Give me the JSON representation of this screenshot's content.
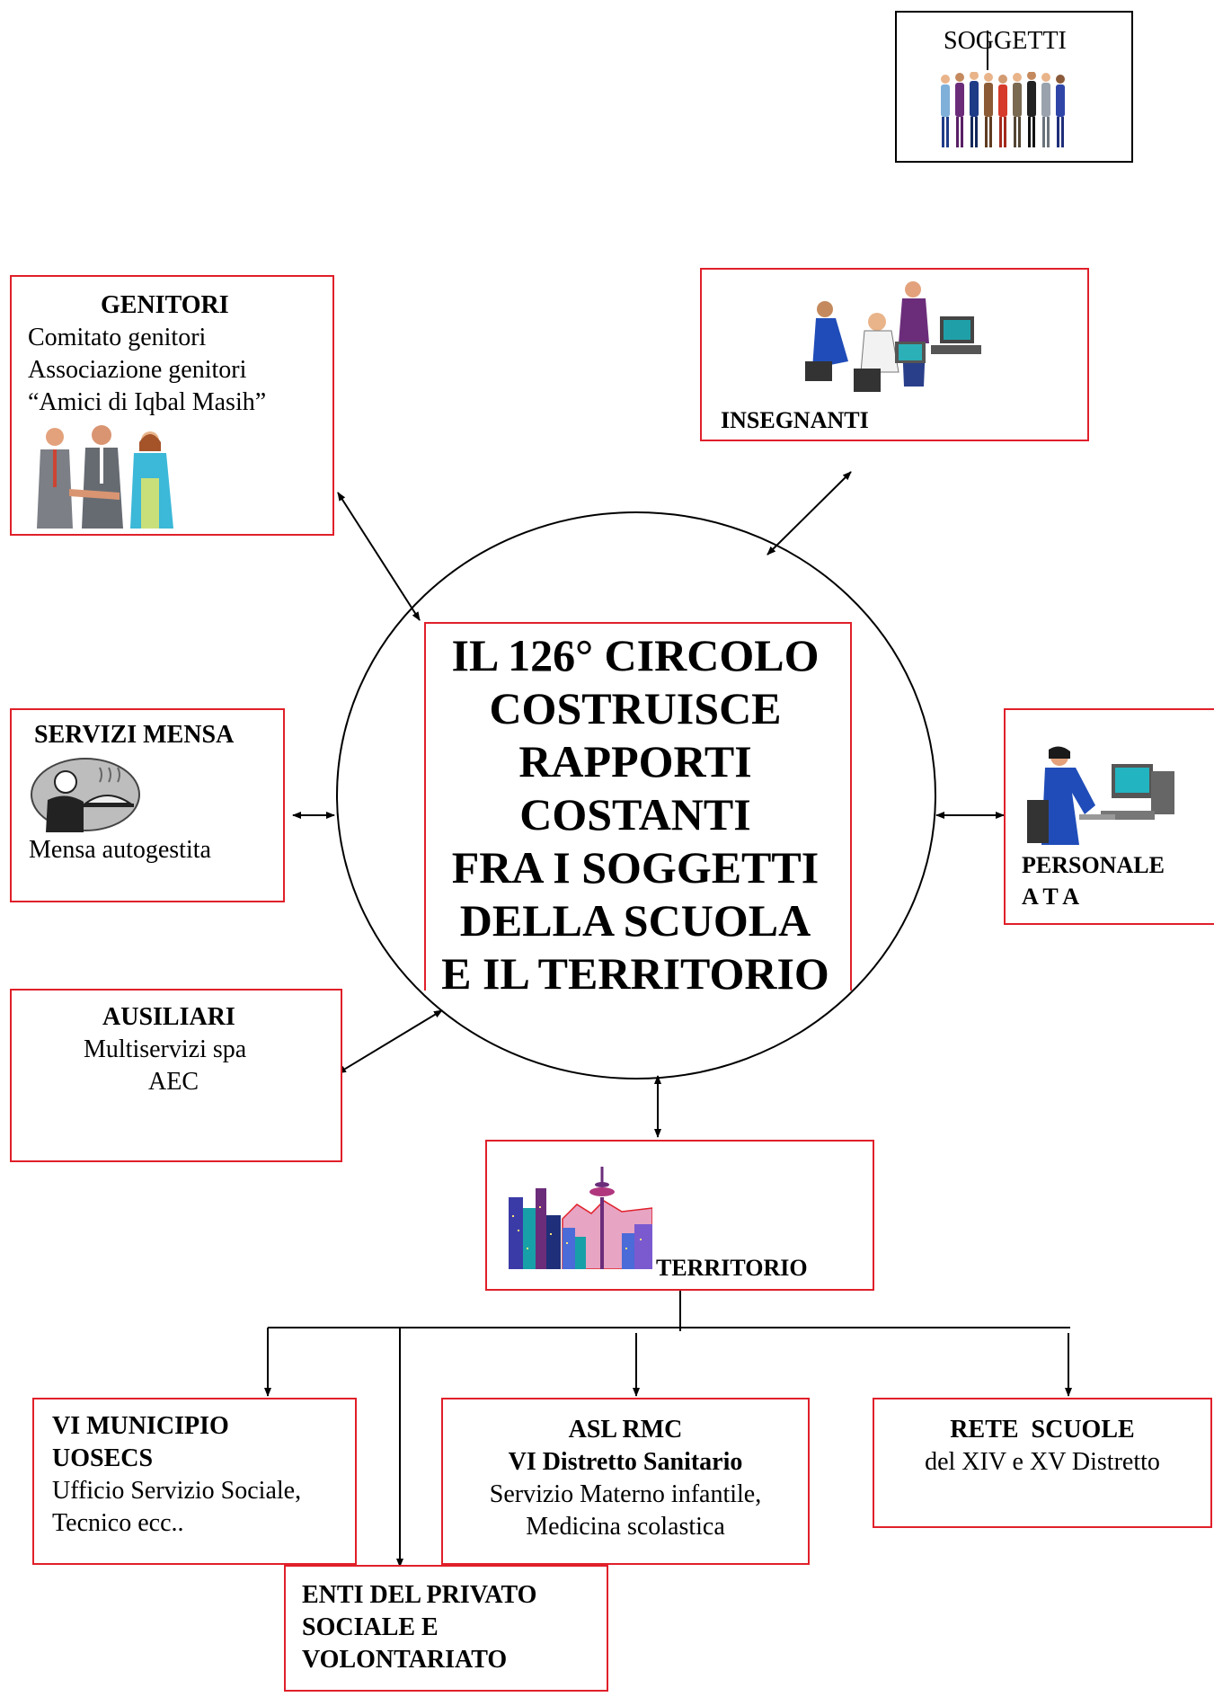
{
  "legend": {
    "label": "SOGGETTI",
    "icon": "people-group-icon"
  },
  "center": {
    "lines": [
      "IL 126° CIRCOLO",
      "COSTRUISCE",
      "RAPPORTI",
      "COSTANTI",
      "FRA I SOGGETTI",
      "DELLA SCUOLA",
      "E IL TERRITORIO"
    ]
  },
  "genitori": {
    "title": "GENITORI",
    "lines": [
      "Comitato genitori",
      "Associazione genitori",
      "“Amici di Iqbal Masih”"
    ],
    "icon": "handshake-people-icon"
  },
  "insegnanti": {
    "title": "INSEGNANTI",
    "icon": "teachers-computers-icon"
  },
  "servizi_mensa": {
    "title": "SERVIZI MENSA",
    "line": "Mensa autogestita",
    "icon": "waiter-dish-icon"
  },
  "personale": {
    "title_1": "PERSONALE",
    "title_2": "A T A",
    "icon": "office-worker-computer-icon"
  },
  "ausiliari": {
    "title": "AUSILIARI",
    "lines": [
      "Multiservizi spa",
      "AEC"
    ]
  },
  "territorio": {
    "title": "TERRITORIO",
    "icon": "city-skyline-icon"
  },
  "municipio": {
    "title_1": "VI MUNICIPIO",
    "title_2": "UOSECS",
    "lines": [
      "Ufficio Servizio Sociale,",
      "Tecnico  ecc.."
    ]
  },
  "asl": {
    "title_1": "ASL RMC",
    "title_2": "VI Distretto Sanitario",
    "lines": [
      "Servizio Materno infantile,",
      "Medicina scolastica"
    ]
  },
  "rete": {
    "title": "RETE  SCUOLE",
    "line": "del XIV e XV Distretto"
  },
  "enti": {
    "lines": [
      "ENTI DEL PRIVATO",
      "SOCIALE E",
      "VOLONTARIATO"
    ]
  },
  "colors": {
    "box_border": "#e0202a",
    "line": "#000000"
  }
}
